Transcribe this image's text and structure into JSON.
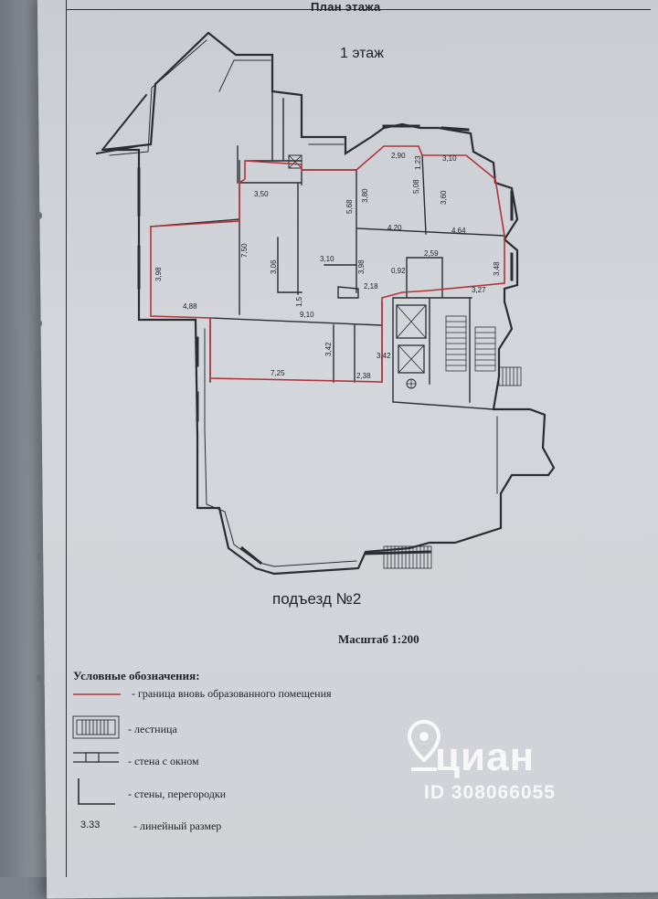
{
  "document": {
    "plan_title": "План этажа",
    "floor_title": "1 этаж",
    "entrance_label": "подъезд №2",
    "scale": "Масштаб 1:200"
  },
  "dimensions": [
    "3,50",
    "2,90",
    "3,10",
    "1,23",
    "5,08",
    "3,60",
    "3,80",
    "5,68",
    "4,20",
    "4,64",
    "7,50",
    "3,98",
    "3,06",
    "3,10",
    "3,98",
    "2,59",
    "0,92",
    "3,48",
    "3,27",
    "2,18",
    "4,88",
    "1,5",
    "9,10",
    "3,42",
    "3,42",
    "7,25",
    "2,38"
  ],
  "legend": {
    "title": "Условные обозначения:",
    "items": [
      {
        "label": "- граница вновь образованного помещения"
      },
      {
        "label": "- лестница"
      },
      {
        "label": "- стена с окном"
      },
      {
        "label": "- стены, перегородки"
      },
      {
        "sample": "3.33",
        "label": "- линейный размер"
      }
    ]
  },
  "watermark": {
    "brand": "циан",
    "id": "ID 308066055"
  },
  "colors": {
    "boundary": "#b2343a",
    "wall": "#2a2d31",
    "paper": "#cfd2d6",
    "watermark": "#ffffff"
  }
}
